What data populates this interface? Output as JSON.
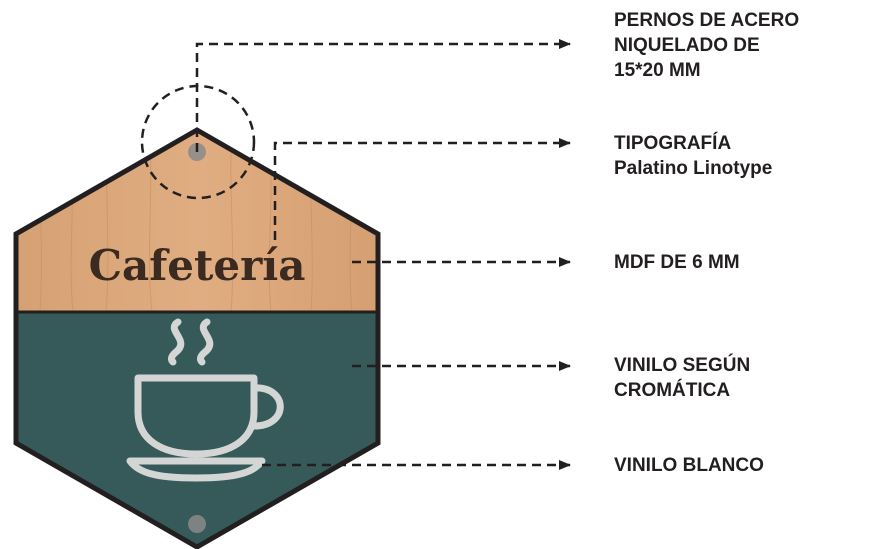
{
  "sign": {
    "title": "Cafetería",
    "colors": {
      "wood": "#d9a57a",
      "vinyl": "#36595a",
      "outline": "#231f20",
      "white_vinyl": "#d3d6d4",
      "bolt": "#8a8a8a"
    },
    "icon": "coffee-cup-icon"
  },
  "callouts": [
    {
      "lines": [
        "PERNOS DE ACERO",
        "NIQUELADO DE",
        "15*20 MM"
      ]
    },
    {
      "lines": [
        "TIPOGRAFÍA",
        "Palatino Linotype"
      ]
    },
    {
      "lines": [
        "MDF DE 6 MM"
      ]
    },
    {
      "lines": [
        "VINILO SEGÚN",
        "CROMÁTICA"
      ]
    },
    {
      "lines": [
        "VINILO BLANCO"
      ]
    }
  ]
}
